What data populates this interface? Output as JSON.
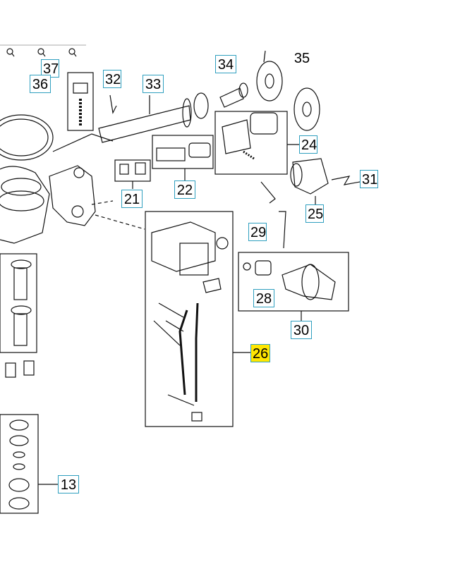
{
  "callouts": [
    {
      "id": "c37",
      "label": "37"
    },
    {
      "id": "c36",
      "label": "36"
    },
    {
      "id": "c32",
      "label": "32"
    },
    {
      "id": "c33",
      "label": "33"
    },
    {
      "id": "c34",
      "label": "34"
    },
    {
      "id": "c35",
      "label": "35"
    },
    {
      "id": "c24",
      "label": "24"
    },
    {
      "id": "c31",
      "label": "31"
    },
    {
      "id": "c25",
      "label": "25"
    },
    {
      "id": "c21",
      "label": "21"
    },
    {
      "id": "c22",
      "label": "22"
    },
    {
      "id": "c29",
      "label": "29"
    },
    {
      "id": "c28",
      "label": "28"
    },
    {
      "id": "c30",
      "label": "30"
    },
    {
      "id": "c26",
      "label": "26",
      "highlighted": true
    },
    {
      "id": "c13",
      "label": "13"
    }
  ],
  "colors": {
    "callout_border": "#2f9fbf",
    "highlight": "#ffe600",
    "line": "#000000"
  },
  "icons": [
    "zoom-icon",
    "zoom-icon",
    "zoom-icon"
  ]
}
